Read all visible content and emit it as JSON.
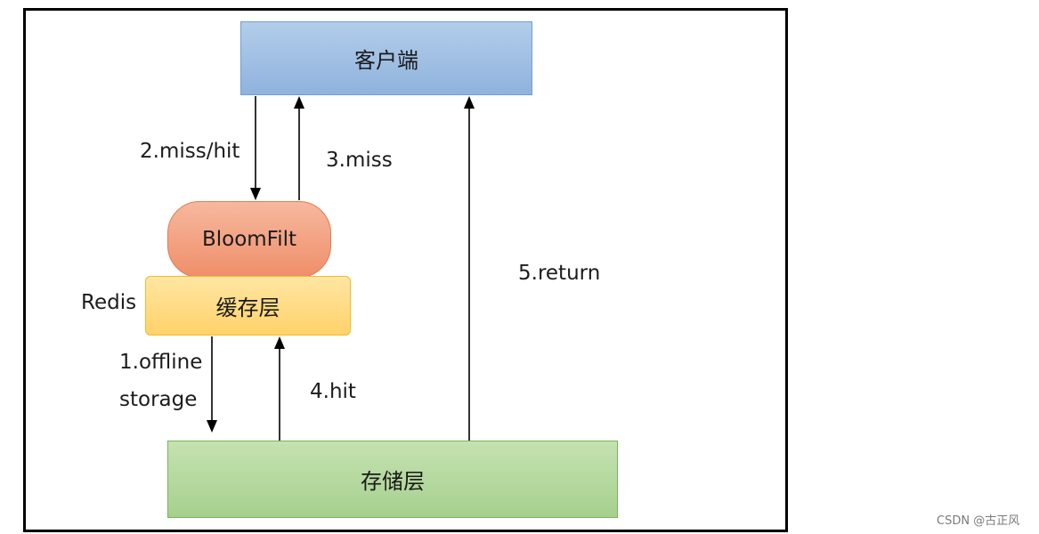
{
  "nodes": {
    "client": "客户端",
    "bloom_filter": "BloomFilt",
    "cache_layer": "缓存层",
    "storage_layer": "存储层"
  },
  "labels": {
    "redis": "Redis",
    "step1_line1": "1.offline",
    "step1_line2": "storage",
    "step2": "2.miss/hit",
    "step3": "3.miss",
    "step4": "4.hit",
    "step5": "5.return"
  },
  "watermark": "CSDN @古正风",
  "colors": {
    "client": "#9fbfe3",
    "bloom_filter": "#f2a07f",
    "cache_layer": "#ffdc85",
    "storage_layer": "#b6d9a0",
    "arrow": "#000000"
  }
}
